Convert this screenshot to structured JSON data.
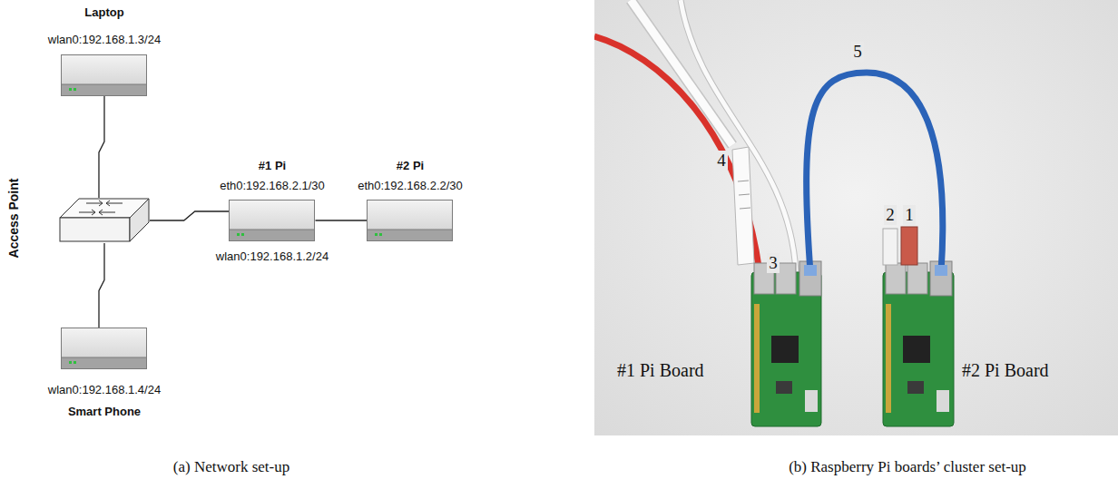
{
  "diagram": {
    "nodes": [
      {
        "text": [
          "Laptop",
          "wlan0:192.168.1.3/24"
        ]
      },
      {
        "text": [
          "Access Point"
        ]
      },
      {
        "text": [
          "#1 Pi",
          "eth0:192.168.2.1/30",
          "wlan0:192.168.1.2/24"
        ]
      },
      {
        "text": [
          "#2 Pi",
          "eth0:192.168.2.2/30"
        ]
      },
      {
        "text": [
          "wlan0:192.168.1.4/24",
          "Smart Phone"
        ]
      }
    ],
    "edges": [
      {
        "from": 0,
        "to": 1,
        "arrow": "none"
      },
      {
        "from": 1,
        "to": 2,
        "arrow": "none"
      },
      {
        "from": 2,
        "to": 3,
        "arrow": "none"
      },
      {
        "from": 1,
        "to": 4,
        "arrow": "none"
      }
    ],
    "labels": [
      "#1 Pi Board",
      "#2 Pi Board",
      "1",
      "2",
      "3",
      "4",
      "5",
      "(a) Network set-up",
      "(b) Raspberry Pi boards’ cluster set-up"
    ]
  }
}
